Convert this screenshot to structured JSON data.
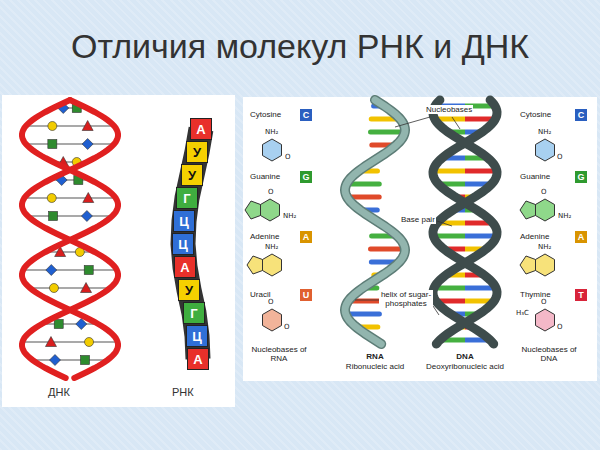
{
  "diagram": {
    "title": "Отличия молекул РНК и ДНК",
    "nodes": [
      {
        "text": [
          "А"
        ]
      },
      {
        "text": [
          "У"
        ]
      },
      {
        "text": [
          "У"
        ]
      },
      {
        "text": [
          "Г"
        ]
      },
      {
        "text": [
          "Ц"
        ]
      },
      {
        "text": [
          "Ц"
        ]
      },
      {
        "text": [
          "А"
        ]
      },
      {
        "text": [
          "У"
        ]
      },
      {
        "text": [
          "Г"
        ]
      },
      {
        "text": [
          "Ц"
        ]
      },
      {
        "text": [
          "А"
        ]
      },
      {
        "text": [
          "C"
        ]
      },
      {
        "text": [
          "G"
        ]
      },
      {
        "text": [
          "A"
        ]
      },
      {
        "text": [
          "U"
        ]
      },
      {
        "text": [
          "C"
        ]
      },
      {
        "text": [
          "G"
        ]
      },
      {
        "text": [
          "A"
        ]
      },
      {
        "text": [
          "T"
        ]
      }
    ],
    "labels": [
      "ДНК",
      "РНК",
      "Cytosine",
      "NH₂",
      "O",
      "Guanine",
      "O",
      "NH₂",
      "Adenine",
      "NH₂",
      "Uracil",
      "O",
      "O",
      "Nucleobases of RNA",
      "Nucleobases",
      "Base pair",
      "helix of sugar-phosphates",
      "RNA",
      "Ribonucleic acid",
      "DNA",
      "Deoxyribonucleic acid",
      "Cytosine",
      "NH₂",
      "O",
      "Guanine",
      "O",
      "NH₂",
      "Adenine",
      "NH₂",
      "Thymine",
      "O",
      "H₃C",
      "O",
      "Nucleobases of DNA"
    ]
  }
}
